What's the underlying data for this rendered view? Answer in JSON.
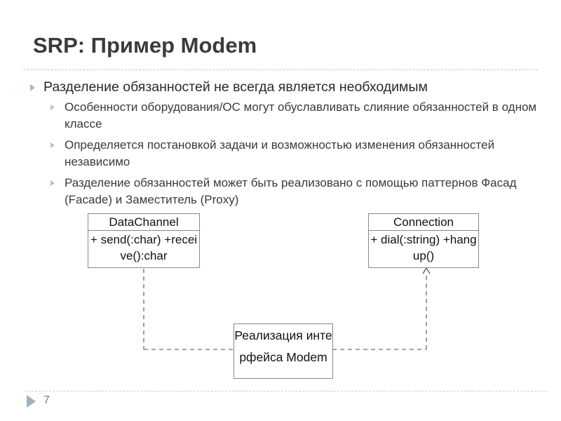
{
  "slide": {
    "title": "SRP: Пример Modem",
    "page_number": "7"
  },
  "bullets": [
    {
      "level": 1,
      "text": "Разделение обязанностей не всегда является необходимым"
    },
    {
      "level": 2,
      "text": "Особенности оборудования/ОС могут обуславливать слияние обязанностей в одном классе"
    },
    {
      "level": 2,
      "text": "Определяется постановкой задачи и возможностью изменения обязанностей независимо"
    },
    {
      "level": 2,
      "text": "Разделение обязанностей может быть реализовано с помощью паттернов Фасад (Facade) и Заместитель (Proxy)"
    }
  ],
  "diagram": {
    "type": "uml-class-diagram",
    "boxes": {
      "data_channel": {
        "name": "DataChannel",
        "operations": "+ send(:char) +receive():char"
      },
      "connection": {
        "name": "Connection",
        "operations": "+ dial(:string) +hangup()"
      },
      "modem_note": {
        "text": "Реализация интерфейса Modem"
      }
    },
    "connector": {
      "style": "dashed",
      "arrowhead": "open-arrow-to-connection"
    }
  },
  "colors": {
    "title": "#3b3b3b",
    "bullet_marker": "#a8b8c8",
    "box_border": "#7d8a99",
    "divider": "#c9c9c9",
    "footer_marker": "#9fb0c0"
  }
}
